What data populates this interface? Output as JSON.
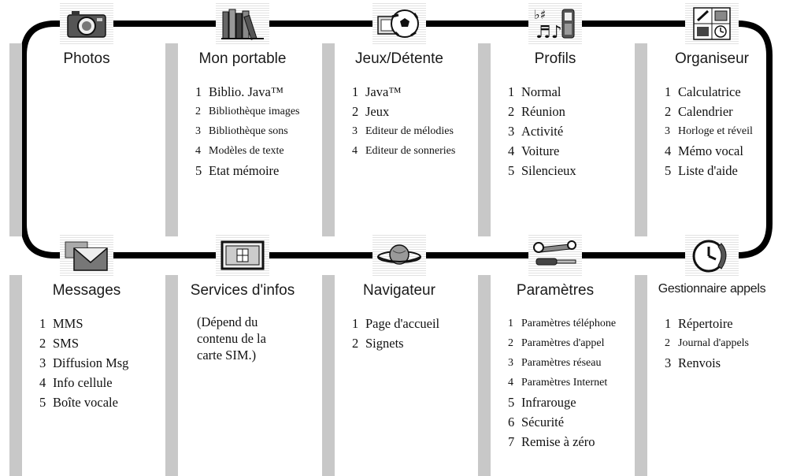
{
  "menus": [
    {
      "id": "photos",
      "title": "Photos",
      "icon": "camera-icon",
      "items": []
    },
    {
      "id": "mon-portable",
      "title": "Mon portable",
      "icon": "books-icon",
      "items": [
        "1  Biblio. Java™",
        "2  Bibliothèque images",
        "3  Bibliothèque sons",
        "4  Modèles de texte",
        "5  Etat mémoire"
      ]
    },
    {
      "id": "jeux",
      "title": "Jeux/Détente",
      "icon": "soccer-ball-icon",
      "items": [
        "1  Java™",
        "2  Jeux",
        "3  Editeur de mélodies",
        "4  Editeur de sonneries"
      ]
    },
    {
      "id": "profils",
      "title": "Profils",
      "icon": "music-phone-icon",
      "items": [
        "1  Normal",
        "2  Réunion",
        "3  Activité",
        "4  Voiture",
        "5  Silencieux"
      ]
    },
    {
      "id": "organiseur",
      "title": "Organiseur",
      "icon": "organizer-icon",
      "items": [
        "1  Calculatrice",
        "2  Calendrier",
        "3  Horloge et réveil",
        "4  Mémo vocal",
        "5  Liste d'aide"
      ]
    },
    {
      "id": "messages",
      "title": "Messages",
      "icon": "envelope-icon",
      "items": [
        "1  MMS",
        "2  SMS",
        "3  Diffusion Msg",
        "4  Info cellule",
        "5  Boîte vocale"
      ]
    },
    {
      "id": "services",
      "title": "Services d'infos",
      "icon": "sim-card-icon",
      "note": "(Dépend du\ncontenu de la\ncarte SIM.)",
      "items": []
    },
    {
      "id": "navigateur",
      "title": "Navigateur",
      "icon": "planet-icon",
      "items": [
        "1  Page d'accueil",
        "2  Signets"
      ]
    },
    {
      "id": "parametres",
      "title": "Paramètres",
      "icon": "tools-icon",
      "items": [
        "1  Paramètres téléphone",
        "2  Paramètres d'appel",
        "3  Paramètres réseau",
        "4  Paramètres Internet",
        "5  Infrarouge",
        "6  Sécurité",
        "7  Remise à zéro"
      ]
    },
    {
      "id": "gestionnaire",
      "title": "Gestionnaire appels",
      "icon": "clock-phone-icon",
      "items": [
        "1  Répertoire",
        "2  Journal d'appels",
        "3  Renvois"
      ]
    }
  ]
}
